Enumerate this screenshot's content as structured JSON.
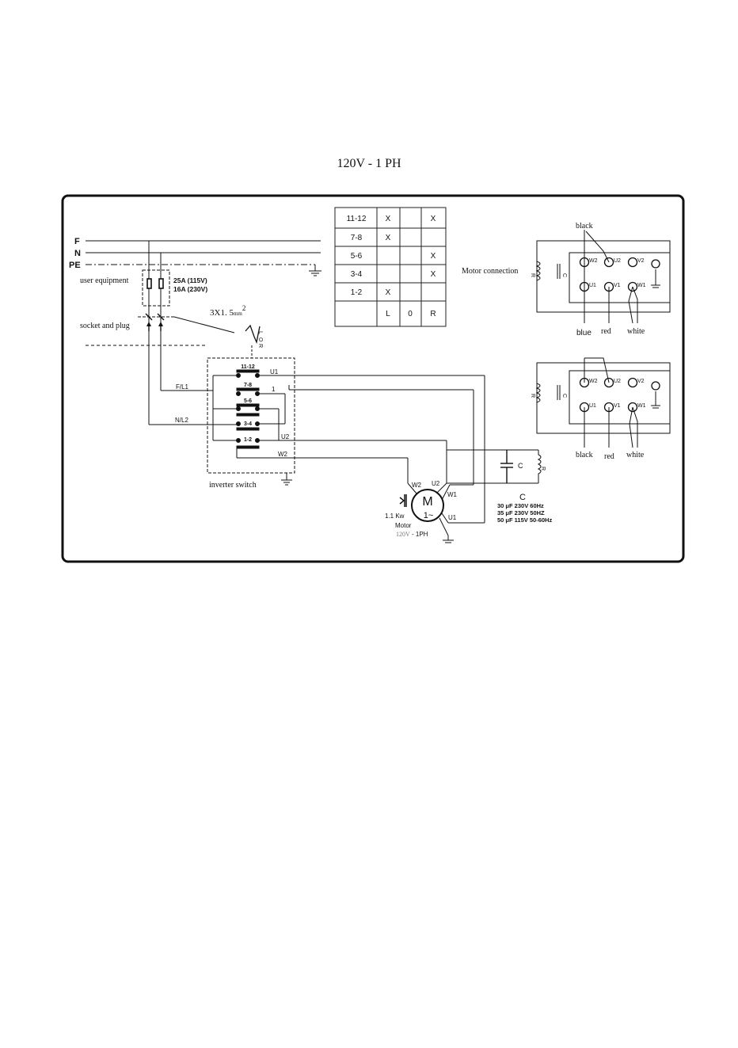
{
  "page": {
    "title": "120V  - 1 PH"
  },
  "supply": {
    "lines": [
      "F",
      "N",
      "PE"
    ],
    "user_equipment": "user equipment",
    "fuse_ratings": [
      "25A (115V)",
      "16A (230V)"
    ],
    "socket_and_plug": "socket and plug",
    "cable_prefix": "3X1. 5",
    "cable_unit": "mm",
    "cable_exp": "2"
  },
  "switch_table": {
    "rows": [
      {
        "label": "11-12",
        "L": "X",
        "O": "",
        "R": "X"
      },
      {
        "label": "7-8",
        "L": "X",
        "O": "",
        "R": ""
      },
      {
        "label": "5-6",
        "L": "",
        "O": "",
        "R": "X"
      },
      {
        "label": "3-4",
        "L": "",
        "O": "",
        "R": "X"
      },
      {
        "label": "1-2",
        "L": "X",
        "O": "",
        "R": ""
      }
    ],
    "footer": {
      "label": "",
      "L": "L",
      "O": "0",
      "R": "R"
    }
  },
  "inverter_switch": {
    "label": "inverter switch",
    "selector_letters": [
      "L",
      "O",
      "R"
    ],
    "contact_labels": [
      "11-12",
      "7-8",
      "5-6",
      "3-4",
      "1-2"
    ],
    "wire_labels": {
      "fl1": "F/L1",
      "nl2": "N/L2",
      "u1": "U1",
      "one": "1",
      "u2": "U2",
      "w2": "W2"
    }
  },
  "motor": {
    "symbol": "M",
    "phase": "1~",
    "power": "1.1 Kw",
    "label": "Motor",
    "rating_prefix": "120V",
    "rating_suffix": " - 1PH",
    "terminals": {
      "w2": "W2",
      "u2": "U2",
      "w1": "W1",
      "u1": "U1"
    }
  },
  "capacitor": {
    "symbol": "C",
    "resistor": "R",
    "spec_title": "C",
    "specs": [
      "30 μF  230V  60Hz",
      "35 μF  230V  50HZ",
      "50 μF  115V  50-60Hz"
    ]
  },
  "motor_connection": {
    "title": "Motor connection",
    "upper": {
      "top_label": "black",
      "bottom_labels": [
        "blue",
        "red",
        "white"
      ]
    },
    "lower": {
      "bottom_labels": [
        "black",
        "red",
        "white"
      ]
    },
    "terminals": [
      "W2",
      "U2",
      "V2",
      "U1",
      "V1",
      "W1"
    ],
    "coil_labels": [
      "R",
      "C"
    ]
  }
}
